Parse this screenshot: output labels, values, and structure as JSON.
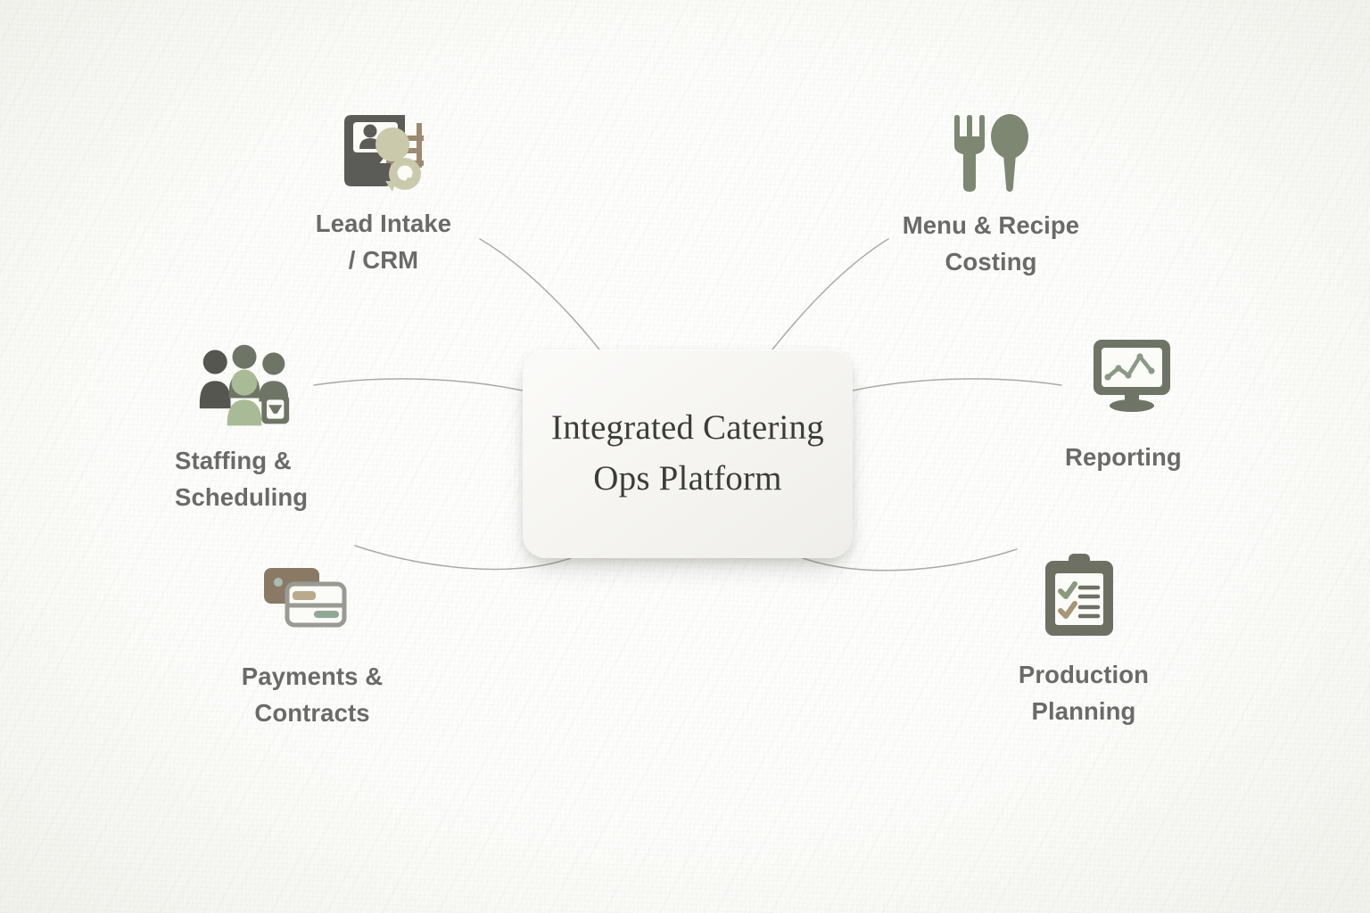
{
  "diagram": {
    "title": "Integrated Catering Ops Platform",
    "type": "hub-and-spoke",
    "background_color": "#fbfbf8",
    "connector_color": "#9c9c98"
  },
  "hub": {
    "label": "Integrated\nCatering Ops\nPlatform",
    "text_color": "#3c3c38",
    "fill_color": "#f7f6f3"
  },
  "nodes": [
    {
      "id": "lead-intake-crm",
      "label": "Lead Intake\n/ CRM",
      "icon": "contact-card-search-icon",
      "colors": {
        "primary": "#5b5b58",
        "secondary": "#9c8b72",
        "accent": "#cbc9ab"
      }
    },
    {
      "id": "menu-recipe-costing",
      "label": "Menu & Recipe\nCosting",
      "icon": "fork-and-spoon-icon",
      "colors": {
        "primary": "#7d8771",
        "secondary": "#7d8771",
        "accent": "#7d8771"
      }
    },
    {
      "id": "reporting",
      "label": "Reporting",
      "icon": "monitor-line-chart-icon",
      "colors": {
        "primary": "#6e7566",
        "secondary": "#8a9a84",
        "accent": "#ffffff"
      }
    },
    {
      "id": "production-planning",
      "label": "Production\nPlanning",
      "icon": "clipboard-checklist-icon",
      "colors": {
        "primary": "#6e7064",
        "secondary": "#8a9a7c",
        "accent": "#a89574"
      }
    },
    {
      "id": "payments-contracts",
      "label": "Payments &\nContracts",
      "icon": "credit-cards-icon",
      "colors": {
        "primary": "#8a7a65",
        "secondary": "#9a9a92",
        "accent": "#8fa896"
      }
    },
    {
      "id": "staffing-scheduling",
      "label": "Staffing &\nScheduling",
      "icon": "people-group-calendar-icon",
      "colors": {
        "primary": "#55564f",
        "secondary": "#a9bb96",
        "accent": "#6e7566"
      }
    }
  ],
  "label_style": {
    "text_color": "#6a6a68"
  }
}
